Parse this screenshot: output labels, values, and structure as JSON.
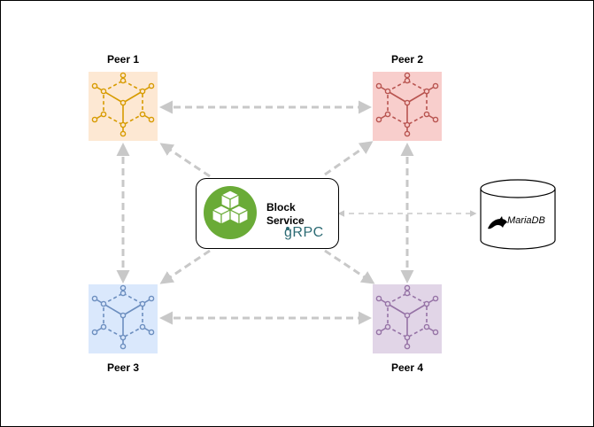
{
  "peers": [
    {
      "label": "Peer 1",
      "fill": "#fde8d3",
      "stroke": "#d79b00"
    },
    {
      "label": "Peer 2",
      "fill": "#f8cecc",
      "stroke": "#b85450"
    },
    {
      "label": "Peer 3",
      "fill": "#dae8fc",
      "stroke": "#6c8ebf"
    },
    {
      "label": "Peer 4",
      "fill": "#e1d5e7",
      "stroke": "#9673a6"
    }
  ],
  "service": {
    "title_line1": "Block",
    "title_line2": "Service",
    "grpc": "gRPC",
    "icon_color": "#6aab37"
  },
  "database": {
    "label": "MariaDB"
  },
  "connector_color": "#c8c8c8"
}
